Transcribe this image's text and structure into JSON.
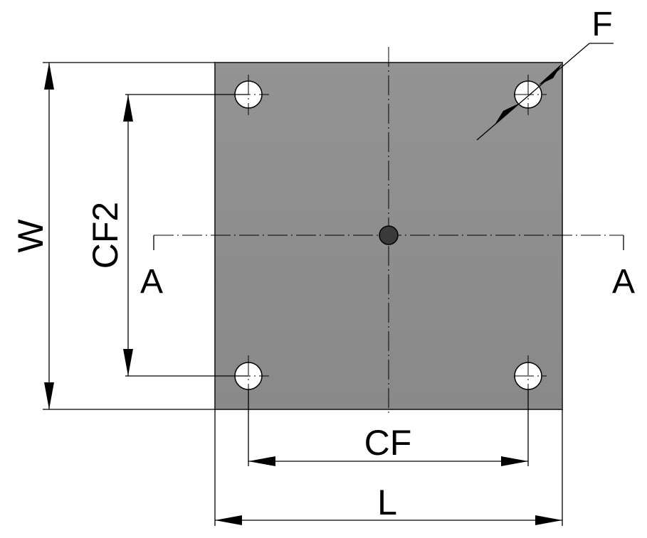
{
  "labels": {
    "length": "L",
    "width": "W",
    "center_distance": "CF",
    "center_distance_2": "CF2",
    "hole_diameter": "F",
    "section_left": "A",
    "section_right": "A"
  },
  "colors": {
    "plate_fill": "#8f8f8f",
    "plate_stroke": "#3a3a3a",
    "hole_fill": "#ffffff",
    "center_point": "#3a3a3a",
    "lines": "#000000"
  }
}
